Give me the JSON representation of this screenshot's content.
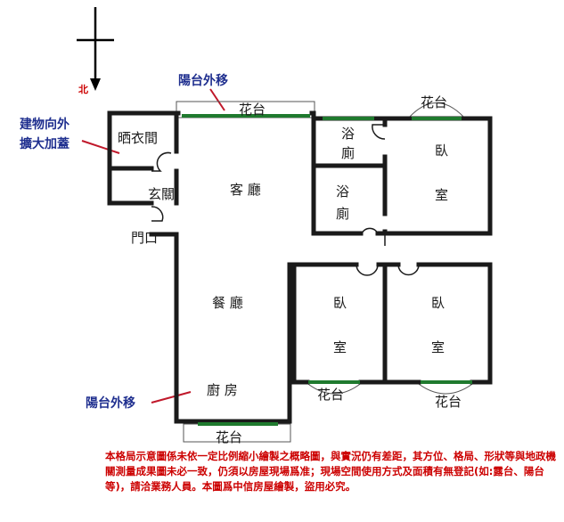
{
  "compass": {
    "north": "北"
  },
  "callouts": {
    "balcony_move_top": "陽台外移",
    "expansion_line1": "建物向外",
    "expansion_line2": "擴大加蓋",
    "balcony_move_bottom": "陽台外移"
  },
  "rooms": {
    "laundry": "晒衣間",
    "foyer": "玄關",
    "door": "門口",
    "living": "客 廳",
    "dining": "餐 廳",
    "kitchen": "廚 房",
    "bath1_a": "浴",
    "bath1_b": "廁",
    "bath2_a": "浴",
    "bath2_b": "廁",
    "bed1_a": "臥",
    "bed1_b": "室",
    "bed2_a": "臥",
    "bed2_b": "室",
    "bed3_a": "臥",
    "bed3_b": "室"
  },
  "planters": {
    "top_living": "花台",
    "top_bedroom": "花台",
    "bottom_mid": "花台",
    "bottom_right": "花台",
    "bottom_kitchen": "花台"
  },
  "disclaimer": "本格局示意圖係未依一定比例縮小繪製之概略圖，與實況仍有差距，其方位、格局、形狀等與地政機關測量成果圖未必一致，仍須以房屋現場爲准；現場空間使用方式及面積有無登記(如:露台、陽台等)，請洽業務人員。本圖爲中信房屋繪製，盜用必究。",
  "colors": {
    "wall": "#1a1a1a",
    "window": "#1f7a2e",
    "callout_text": "#1f2f8f",
    "callout_line": "#c0182a",
    "disclaimer": "#cc0000"
  }
}
